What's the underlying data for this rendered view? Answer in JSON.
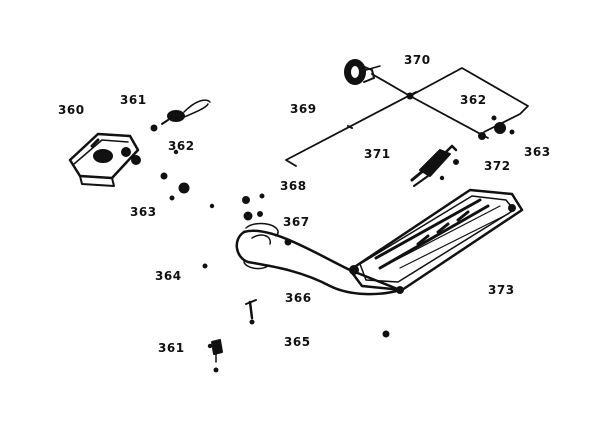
{
  "diagram": {
    "part_labels": [
      {
        "id": "lbl-360",
        "text": "360"
      },
      {
        "id": "lbl-361-top",
        "text": "361"
      },
      {
        "id": "lbl-362-left",
        "text": "362"
      },
      {
        "id": "lbl-363-left",
        "text": "363"
      },
      {
        "id": "lbl-364-left",
        "text": "364"
      },
      {
        "id": "lbl-361-bottom",
        "text": "361"
      },
      {
        "id": "lbl-365",
        "text": "365"
      },
      {
        "id": "lbl-366",
        "text": "366"
      },
      {
        "id": "lbl-367",
        "text": "367"
      },
      {
        "id": "lbl-368",
        "text": "368"
      },
      {
        "id": "lbl-369",
        "text": "369"
      },
      {
        "id": "lbl-370",
        "text": "370"
      },
      {
        "id": "lbl-371",
        "text": "371"
      },
      {
        "id": "lbl-362-right",
        "text": "362"
      },
      {
        "id": "lbl-363-right",
        "text": "363"
      },
      {
        "id": "lbl-372",
        "text": "372"
      },
      {
        "id": "lbl-373",
        "text": "373"
      }
    ]
  }
}
